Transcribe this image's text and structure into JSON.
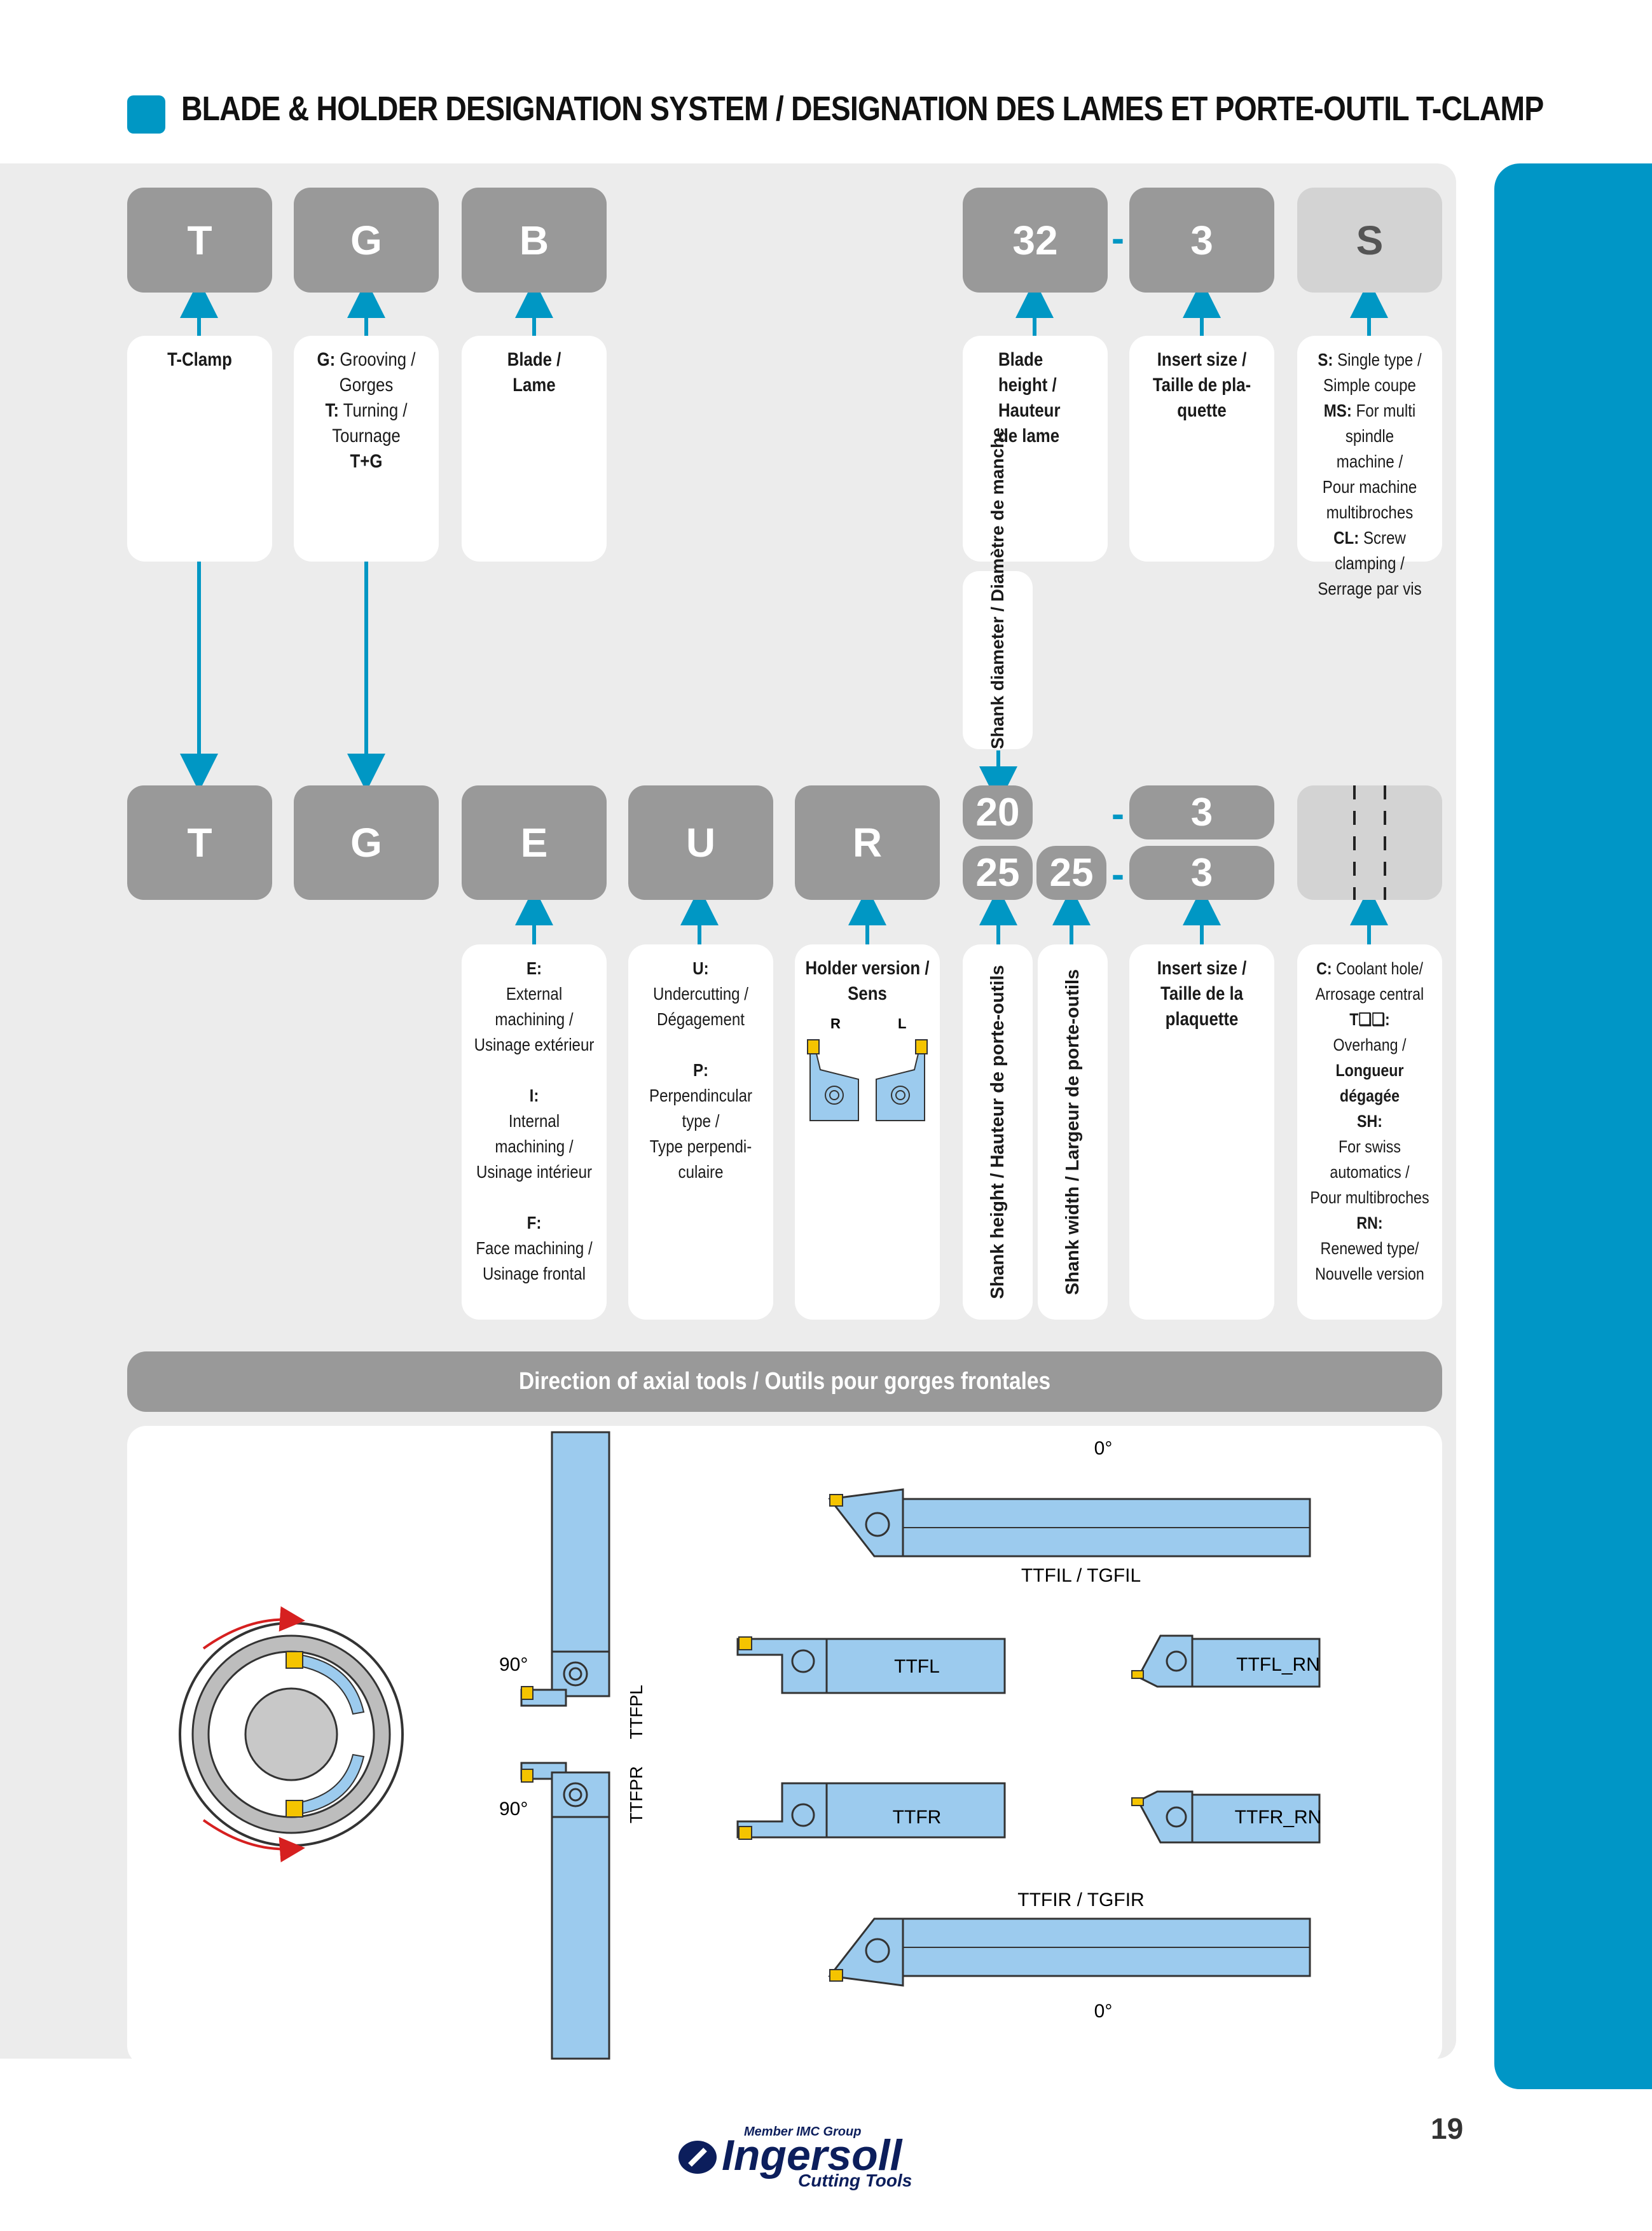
{
  "header": {
    "title": "BLADE & HOLDER DESIGNATION SYSTEM / DESIGNATION DES LAMES ET PORTE-OUTIL T-CLAMP"
  },
  "blade_codes": [
    "T",
    "G",
    "B",
    "32",
    "-",
    "3",
    "S"
  ],
  "blade_desc": {
    "t_clamp": "T-Clamp",
    "grooving": {
      "g_key": "G:",
      "g_text": "Grooving /",
      "g_fr": "Gorges",
      "t_key": "T:",
      "t_text": "Turning /",
      "t_fr": "Tournage",
      "tg": "T+G"
    },
    "blade": {
      "line1": "Blade /",
      "line2": "Lame"
    },
    "height": {
      "line1": "Blade",
      "line2": "height /",
      "line3": "Hauteur",
      "line4": "de lame"
    },
    "insert": {
      "line1": "Insert size /",
      "line2": "Taille de pla-",
      "line3": "quette"
    },
    "type": {
      "s_key": "S:",
      "s_text": "Single type /",
      "s_fr": "Simple coupe",
      "ms_key": "MS:",
      "ms_text": "For multi spindle",
      "ms_text2": "machine /",
      "ms_fr": "Pour machine",
      "ms_fr2": "multibroches",
      "cl_key": "CL:",
      "cl_text": "Screw clamping /",
      "cl_fr": "Serrage par vis"
    }
  },
  "shank_diameter_label": "Shank diameter / Diamètre de manche",
  "holder_codes": {
    "t": "T",
    "g": "G",
    "e": "E",
    "u": "U",
    "r": "R",
    "d1": "20",
    "d2": "25",
    "w": "25",
    "dash": "-",
    "i1": "3",
    "i2": "3"
  },
  "holder_desc": {
    "machining": {
      "e_key": "E:",
      "e_text": "External machining /",
      "e_fr": "Usinage extérieur",
      "i_key": "I:",
      "i_text": "Internal machining /",
      "i_fr": "Usinage intérieur",
      "f_key": "F:",
      "f_text": "Face machining /",
      "f_fr": "Usinage frontal"
    },
    "under": {
      "u_key": "U:",
      "u_text": "Undercutting /",
      "u_fr": "Dégagement",
      "p_key": "P:",
      "p_text": "Perpendincular",
      "p_text2": "type /",
      "p_fr": "Type perpendi-",
      "p_fr2": "culaire"
    },
    "version": {
      "line1": "Holder version /",
      "line2": "Sens",
      "r": "R",
      "l": "L"
    },
    "shank_height": "Shank height / Hauteur de porte-outils",
    "shank_width": "Shank width / Largeur de porte-outils",
    "insert": {
      "line1": "Insert size /",
      "line2": "Taille de la",
      "line3": "plaquette"
    },
    "options": {
      "c_key": "C:",
      "c_text": "Coolant hole/",
      "c_fr": "Arrosage central",
      "t_key": "T❑❑:",
      "t_text": "Overhang /",
      "t_fr": "Longueur dégagée",
      "sh_key": "SH:",
      "sh_text": "For swiss automatics /",
      "sh_fr": "Pour multibroches",
      "rn_key": "RN:",
      "rn_text": "Renewed type/",
      "rn_fr": "Nouvelle version"
    }
  },
  "axial": {
    "banner": "Direction of axial tools / Outils pour gorges frontales",
    "deg0_top": "0°",
    "ttfil": "TTFIL / TGFIL",
    "deg90_a": "90°",
    "ttfpl": "TTFPL",
    "ttfl": "TTFL",
    "ttfl_rn": "TTFL_RN",
    "ttfpr": "TTFPR",
    "deg90_b": "90°",
    "ttfr": "TTFR",
    "ttfr_rn": "TTFR_RN",
    "ttfir": "TTFIR / TGFIR",
    "deg0_bottom": "0°"
  },
  "footer": {
    "page": "19",
    "logo_member": "Member IMC Group",
    "logo_name": "Ingersoll",
    "logo_sub": "Cutting Tools"
  },
  "colors": {
    "accent": "#0097c4",
    "code_box": "#999999",
    "tool_blue": "#9ccbee",
    "insert_yellow": "#f5c400",
    "arrow_red": "#d62020"
  }
}
